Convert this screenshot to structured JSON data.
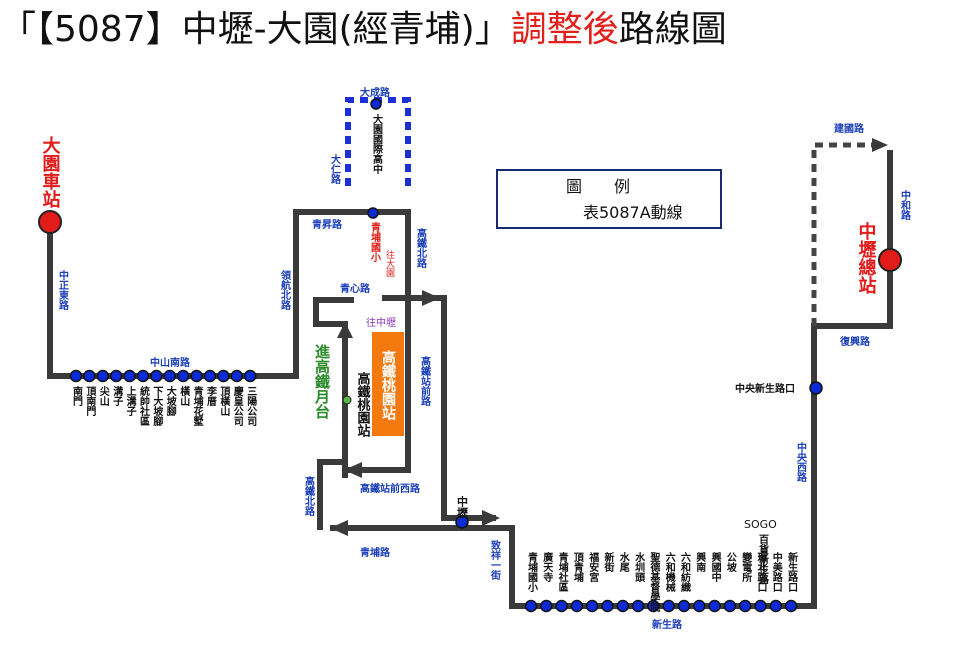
{
  "title": {
    "prefix": "「【5087】中壢-大園(經青埔)」",
    "highlight": "調整後",
    "suffix": "路線圖"
  },
  "colors": {
    "route": "#3a3a3a",
    "stop": "#0a2bd6",
    "terminal": "#e21b1b",
    "road_label": "#1b3fb8",
    "station": "#f47a10",
    "accent_green": "#2a8a2a",
    "accent_red": "#e0201b",
    "accent_purple": "#8a3cc4"
  },
  "terminals": {
    "dayuan": "大園車站",
    "zhongli": "中壢總站"
  },
  "legend": {
    "title": "圖　　例",
    "item": "表5087A動線"
  },
  "roads": {
    "zhongzheng_e": "中正東路",
    "zhongshan_s": "中山南路",
    "lingheng_n": "領航北路",
    "qingsheng": "青昇路",
    "dacheng": "大成路",
    "daren": "大仁路",
    "qingxin": "青心路",
    "hsr_north_top": "高鐵北路",
    "hsr_front": "高鐵站前路",
    "hsr_front_west": "高鐵站前西路",
    "hsr_north_bottom": "高鐵北路",
    "qingpu": "青埔路",
    "zhixiang": "致祥一街",
    "xinsheng": "新生路",
    "zhongyang_w": "中央西路",
    "fuxing": "復興路",
    "jianguo": "建國路",
    "zhonghe": "中和路"
  },
  "stops_west": [
    "南門",
    "頂南門",
    "尖山",
    "溝子",
    "上溝子",
    "統帥社區",
    "下大坡腳",
    "大坡腳",
    "橫山",
    "青埔花墅",
    "李厝",
    "頂橫山",
    "慶皇公司",
    "三陽公司"
  ],
  "stops_south": [
    "青埔國小",
    "廣天寺",
    "青埔社區",
    "頂青埔",
    "福安宮",
    "新街",
    "水尾",
    "水圳頭",
    "聖德基督學院",
    "六和機械",
    "六和紡織",
    "興南",
    "興國中",
    "公坡",
    "變電所",
    "環北路口",
    "中美路口",
    "新生路口"
  ],
  "labels": {
    "school_top": "大園國際高中",
    "qingpu_elem": "青埔國小",
    "to_dayuan": "往大園",
    "to_zhongli": "往中壢",
    "hsr_station_orange": "高鐵桃園站",
    "hsr_station_black": "高鐵桃園站",
    "enter_platform": "進高鐵月台",
    "zhongli_hub": "中壢",
    "zhongyang_xinsheng": "中央新生路口",
    "sogo": "SOGO",
    "sogo_stop": "百貨新生路"
  }
}
